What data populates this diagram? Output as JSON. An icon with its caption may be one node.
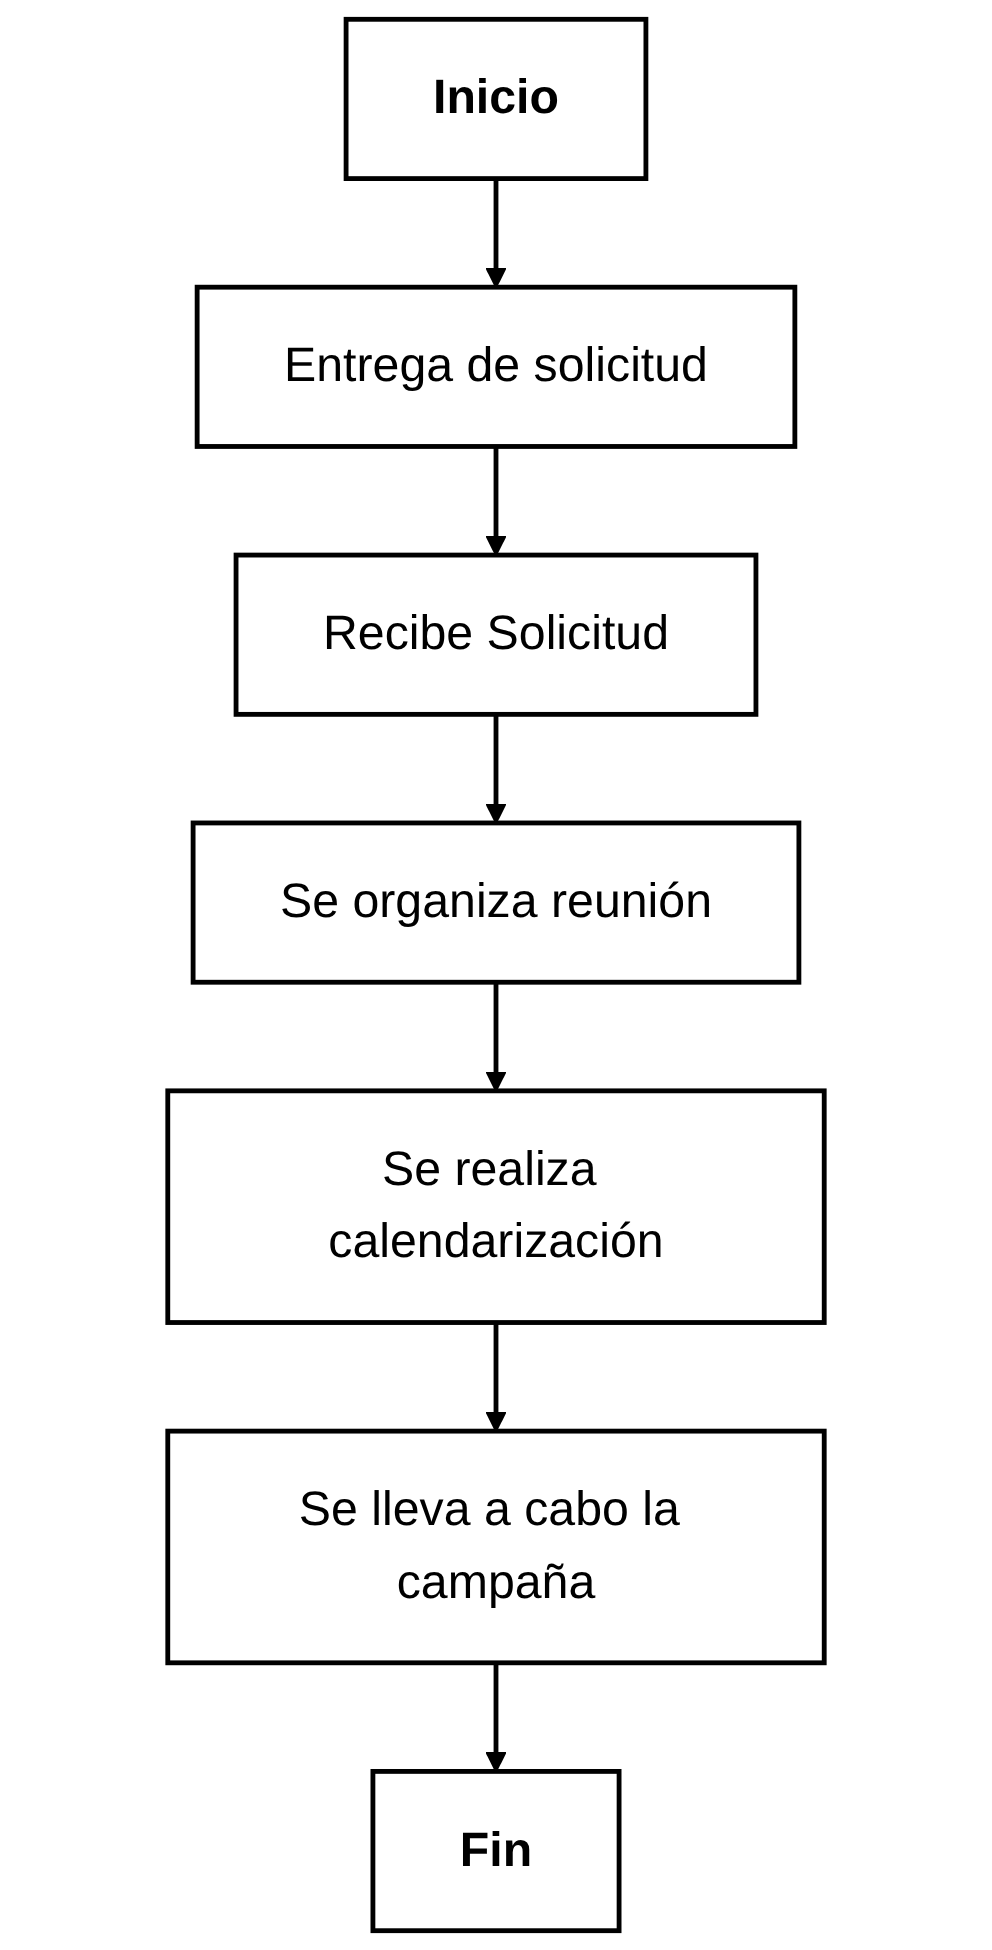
{
  "diagram": {
    "nodes": [
      {
        "text": [
          "Inicio"
        ]
      },
      {
        "text": [
          "Entrega de solicitud"
        ]
      },
      {
        "text": [
          "Recibe Solicitud"
        ]
      },
      {
        "text": [
          "Se organiza reunión"
        ]
      },
      {
        "text": [
          "Se realiza calendarización"
        ]
      },
      {
        "text": [
          "Se lleva a cabo la campaña"
        ]
      },
      {
        "text": [
          "Fin"
        ]
      }
    ],
    "edges": [
      {
        "from": 0,
        "to": 1,
        "arrow": "to"
      },
      {
        "from": 1,
        "to": 2,
        "arrow": "to"
      },
      {
        "from": 2,
        "to": 3,
        "arrow": "to"
      },
      {
        "from": 3,
        "to": 4,
        "arrow": "to"
      },
      {
        "from": 4,
        "to": 5,
        "arrow": "to"
      },
      {
        "from": 5,
        "to": 6,
        "arrow": "to"
      }
    ]
  }
}
